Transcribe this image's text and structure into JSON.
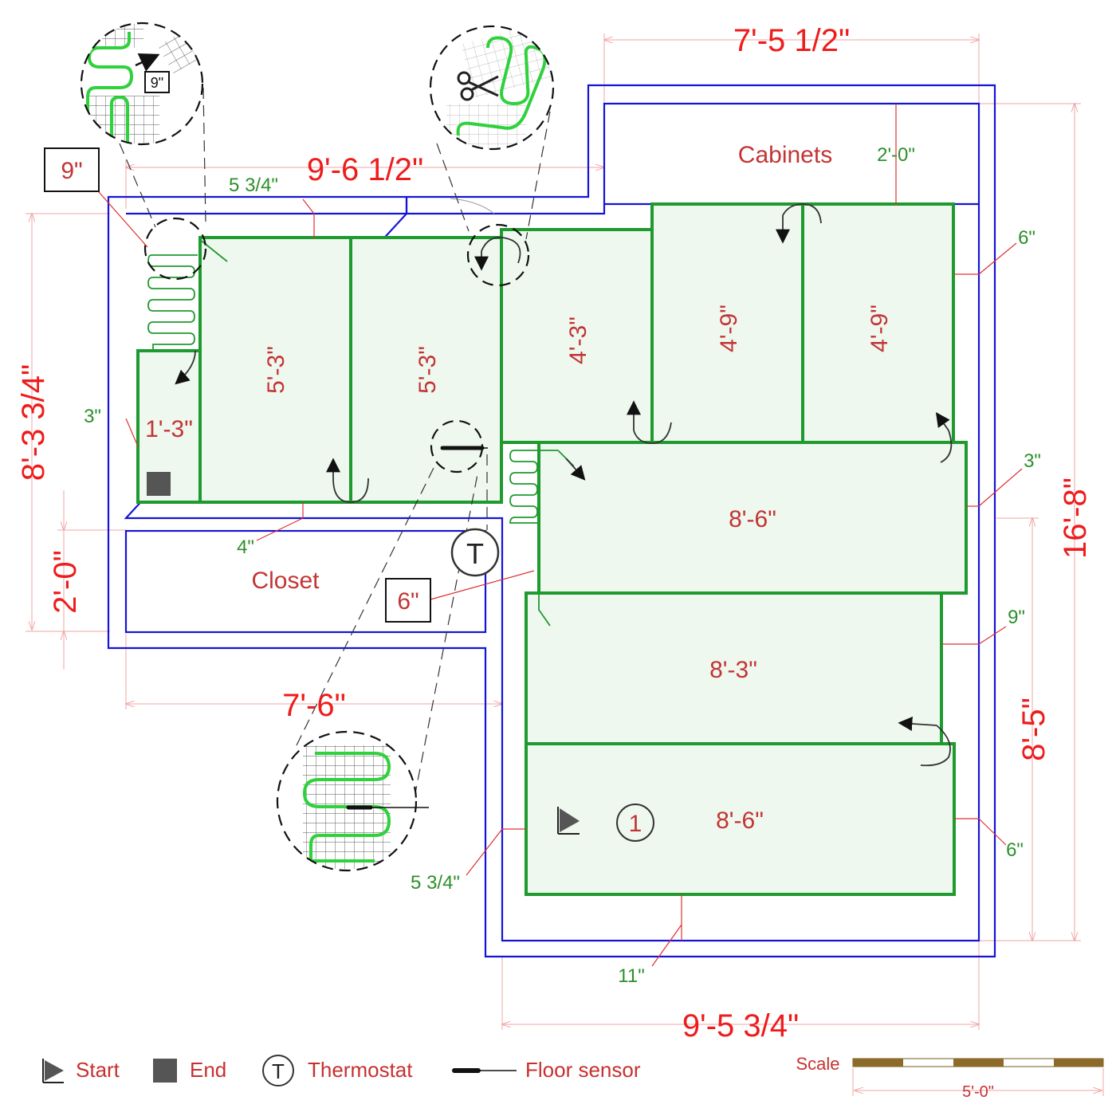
{
  "dimensions": {
    "top_right_width": "7'-5 1/2\"",
    "top_left_width": "9'-6 1/2\"",
    "left_height": "8'-3 3/4\"",
    "closet_height": "2'-0\"",
    "closet_width": "7'-6\"",
    "bottom_width": "9'-5 3/4\"",
    "right_total_height": "16'-8\"",
    "right_lower_height": "8'-5\""
  },
  "offsets": {
    "top_gap": "5 3/4\"",
    "cabinet_gap": "2'-0\"",
    "right_gap_1": "6\"",
    "right_gap_2": "3\"",
    "right_gap_3": "9\"",
    "right_gap_4": "6\"",
    "left_gap": "3\"",
    "closet_gap": "4\"",
    "lower_left_gap": "5 3/4\"",
    "bottom_gap": "11\""
  },
  "rooms": {
    "cabinets": "Cabinets",
    "closet": "Closet"
  },
  "mats": {
    "m1": "1'-3\"",
    "m2": "5'-3\"",
    "m3": "5'-3\"",
    "m4": "4'-3\"",
    "m5": "4'-9\"",
    "m6": "4'-9\"",
    "m7": "8'-6\"",
    "m8": "8'-3\"",
    "m9": "8'-6\""
  },
  "callouts": {
    "spacing_top": "9\"",
    "spacing_inset": "9\"",
    "spacing_closet": "6\"",
    "start_number": "1",
    "thermostat_letter": "T"
  },
  "legend": {
    "start": "Start",
    "end": "End",
    "thermostat": "Thermostat",
    "thermostat_letter": "T",
    "floor_sensor": "Floor sensor",
    "scale_label": "Scale",
    "scale_length": "5'-0\""
  },
  "colors": {
    "wall": "#1414d8",
    "mat_outline": "#1e9a2e",
    "mat_fill": "#eef8ef",
    "dimension": "#ee1c1c",
    "offset_text": "#2c8f2c"
  }
}
